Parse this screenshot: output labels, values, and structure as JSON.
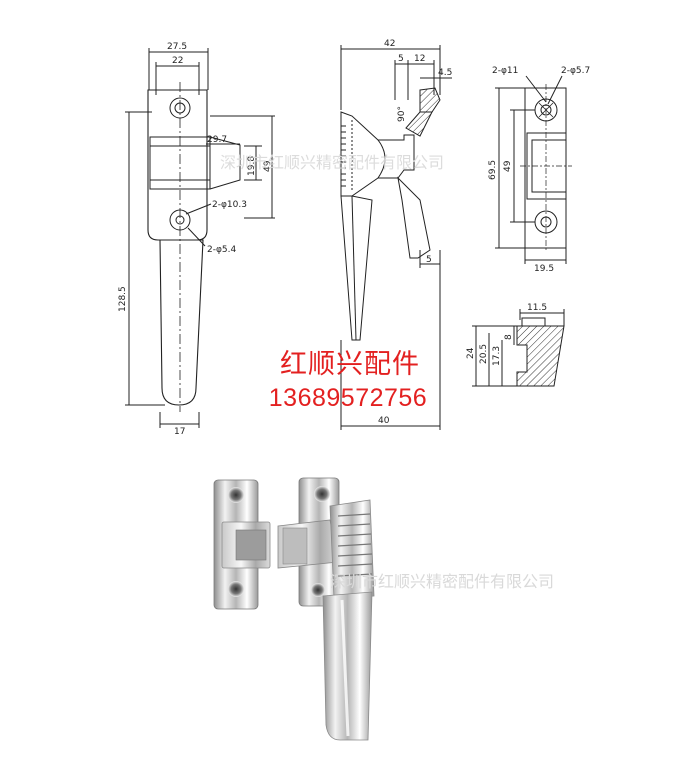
{
  "drawing": {
    "front_view": {
      "overall_width": "27.5",
      "hole_spacing_width": "22",
      "cam_width": "29.7",
      "cam_height": "19.8",
      "cam_offset": "49",
      "handle_hole": "2-φ10.3",
      "bottom_hole": "2-φ5.4",
      "total_height": "128.5",
      "handle_width": "17"
    },
    "side_view": {
      "overall_depth": "42",
      "dim_a": "5",
      "dim_b": "12",
      "dim_c": "4.5",
      "angle": "90°",
      "bottom_step": "5",
      "handle_depth": "40"
    },
    "keeper_front": {
      "counterbore": "2-φ11",
      "hole": "2-φ5.7",
      "height": "69.5",
      "hole_spacing": "49",
      "width": "19.5"
    },
    "keeper_side": {
      "top_width": "11.5",
      "h1": "24",
      "h2": "20.5",
      "h3": "17.3",
      "h4": "8"
    }
  },
  "watermark": {
    "text_short": "深圳市红顺兴精密配件有限公司",
    "text_full": "深圳市红顺兴精密配件有限公司"
  },
  "brand": {
    "name": "红顺兴配件",
    "phone": "13689572756",
    "color": "#e32020"
  }
}
